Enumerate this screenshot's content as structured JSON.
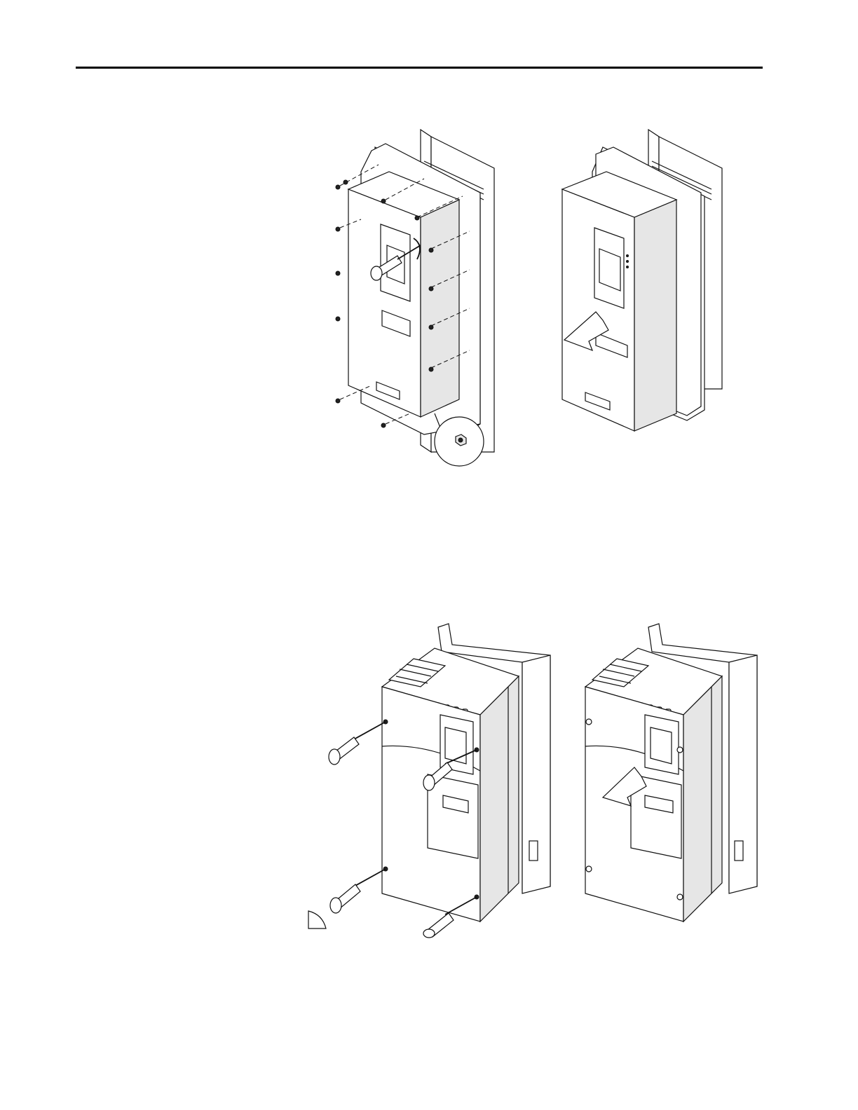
{
  "page": {
    "header_rule": true
  },
  "figures": [
    {
      "id": "fig-top-left",
      "icon": "drive-cover-screws-removal-icon"
    },
    {
      "id": "fig-top-right",
      "icon": "drive-cover-slide-off-icon"
    },
    {
      "id": "fig-bottom-left",
      "icon": "drive-front-cover-screwdrivers-icon"
    },
    {
      "id": "fig-bottom-right",
      "icon": "drive-front-cover-remove-arrow-icon"
    }
  ]
}
